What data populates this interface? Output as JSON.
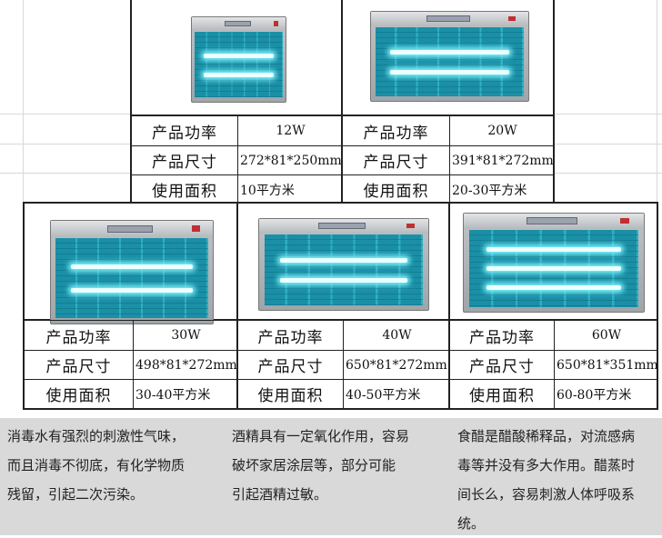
{
  "labels": {
    "power": "产品功率",
    "size": "产品尺寸",
    "area": "使用面积"
  },
  "products": [
    {
      "power": "12W",
      "size": "272*81*250mm",
      "area": "10平方米",
      "tubes": 2
    },
    {
      "power": "20W",
      "size": "391*81*272mm",
      "area": "20-30平方米",
      "tubes": 2
    },
    {
      "power": "30W",
      "size": "498*81*272mm",
      "area": "30-40平方米",
      "tubes": 2
    },
    {
      "power": "40W",
      "size": "650*81*272mm",
      "area": "40-50平方米",
      "tubes": 2
    },
    {
      "power": "60W",
      "size": "650*81*351mm",
      "area": "60-80平方米",
      "tubes": 3
    }
  ],
  "notes": [
    [
      "消毒水有强烈的刺激性气味，",
      "而且消毒不彻底，有化学物质",
      "残留，引起二次污染。"
    ],
    [
      "酒精具有一定氧化作用，容易",
      "破坏家居涂层等，部分可能",
      "引起酒精过敏。"
    ],
    [
      "食醋是醋酸稀释品，对流感病",
      "毒等并没有多大作用。醋蒸时",
      "间长么，容易刺激人体呼吸系",
      "统。"
    ]
  ],
  "colors": {
    "lamp_glow": "#1f9bb3",
    "note_bg": "#d9d9d9"
  }
}
